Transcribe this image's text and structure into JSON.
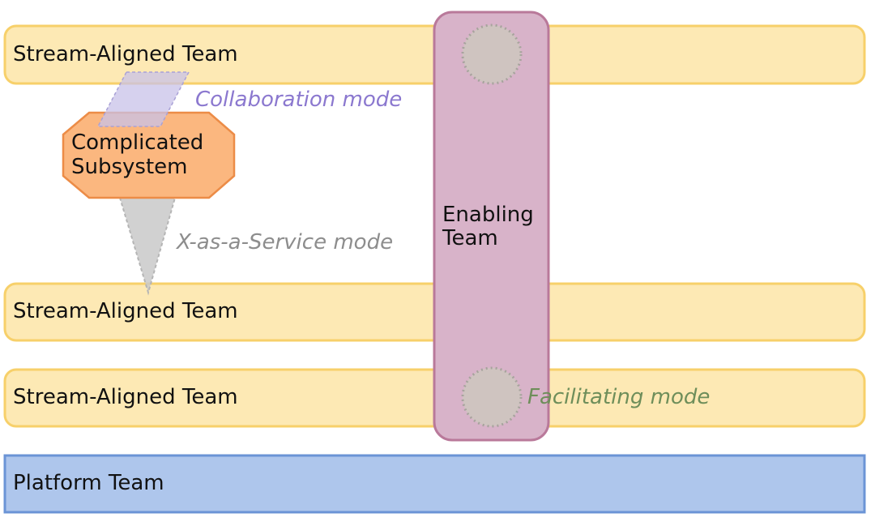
{
  "teams": {
    "stream_aligned_1": "Stream-Aligned Team",
    "stream_aligned_2": "Stream-Aligned Team",
    "stream_aligned_3": "Stream-Aligned Team",
    "platform": "Platform Team",
    "complicated_subsystem_line1": "Complicated",
    "complicated_subsystem_line2": "Subsystem",
    "enabling_line1": "Enabling",
    "enabling_line2": "Team"
  },
  "modes": {
    "collaboration": "Collaboration mode",
    "x_as_a_service": "X-as-a-Service mode",
    "facilitating": "Facilitating mode"
  },
  "colors": {
    "stream_aligned_fill": "#fde9b4",
    "stream_aligned_stroke": "#f7d06a",
    "platform_fill": "#aec6ec",
    "platform_stroke": "#6b94d6",
    "complicated_fill": "#fbb77f",
    "complicated_stroke": "#ec8c47",
    "enabling_fill": "#d8b3c9",
    "enabling_stroke": "#b9799a",
    "collaboration": "#8b78cf",
    "x_as_a_service": "#8d8d8d",
    "facilitating": "#6e8e5a"
  }
}
